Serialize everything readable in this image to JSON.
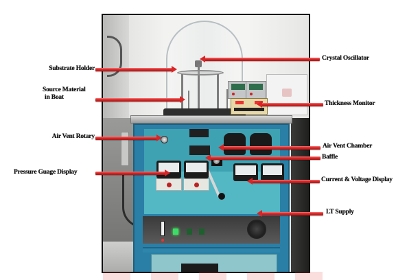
{
  "figure": {
    "type": "labeled-photo-diagram",
    "subject": "Vacuum coating unit",
    "accent_color": "#e02828",
    "frame_color": "#111111",
    "cabinet_color": "#2a7fa6"
  },
  "labels": {
    "left": [
      {
        "id": "substrate-holder",
        "text": "Substrate Holder"
      },
      {
        "id": "source-material",
        "line1": "Source Material",
        "line2": "in Boat"
      },
      {
        "id": "air-vent-rotary",
        "text": "Air Vent Rotary"
      },
      {
        "id": "pressure-gauge-display",
        "text": "Pressure Guage Display"
      }
    ],
    "right": [
      {
        "id": "crystal-oscillator",
        "text": "Crystal Oscillator"
      },
      {
        "id": "thickness-monitor",
        "text": "Thickness Monitor"
      },
      {
        "id": "air-vent-chamber",
        "text": "Air Vent Chamber"
      },
      {
        "id": "baffle",
        "text": "Baffle"
      },
      {
        "id": "current-voltage-display",
        "text": "Current & Voltage Display"
      },
      {
        "id": "lt-supply",
        "text": "LT Supply"
      }
    ]
  },
  "arrows": {
    "color": "#e02828",
    "direction_left_labels": "right",
    "direction_right_labels": "left"
  },
  "icons": {
    "arrow": "red-arrow-icon"
  }
}
